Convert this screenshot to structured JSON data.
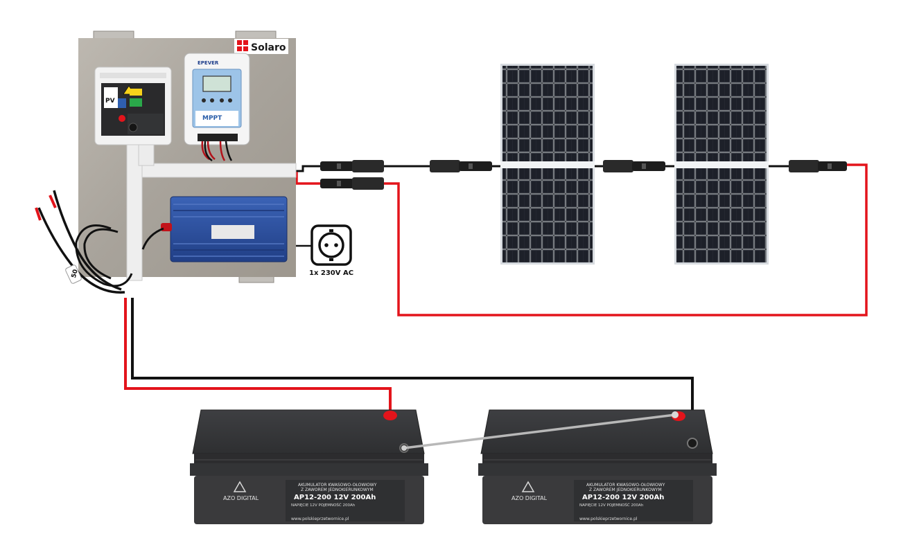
{
  "board": {
    "brand": "Solaro"
  },
  "switchbox": {
    "label_pv": "PV"
  },
  "charge_controller": {
    "brand": "EPEVER",
    "model": "MPPT"
  },
  "inverter": {},
  "outlet": {
    "label": "1x 230V AC"
  },
  "cable_tag": {
    "text": "50"
  },
  "batteries": [
    {
      "brand": "AZO DIGITAL",
      "title_line1": "AKUMULATOR KWASOWO-OŁOWIOWY",
      "title_line2": "Z ZAWOREM JEDNOKIERUNKOWYM",
      "model": "AP12-200 12V 200Ah",
      "specs": "NAPIĘCIE 12V    POJEMNOŚĆ 200Ah",
      "url": "www.polskieprzetwornice.pl"
    },
    {
      "brand": "AZO DIGITAL",
      "title_line1": "AKUMULATOR KWASOWO-OŁOWIOWY",
      "title_line2": "Z ZAWOREM JEDNOKIERUNKOWYM",
      "model": "AP12-200 12V 200Ah",
      "specs": "NAPIĘCIE 12V    POJEMNOŚĆ 200Ah",
      "url": "www.polskieprzetwornice.pl"
    }
  ],
  "colors": {
    "positive_wire": "#e3141b",
    "negative_wire": "#111111",
    "link_wire": "#b8b8b8",
    "panel_cell": "#14161c",
    "board": "#a9a39b",
    "inverter": "#2d4f9a",
    "battery": "#3a3a3c",
    "controller_screen": "#9dc4e8"
  },
  "icons": {
    "outlet": "socket-icon",
    "brand_logo": "solaro-logo-icon",
    "warning": "warning-triangle-icon"
  }
}
